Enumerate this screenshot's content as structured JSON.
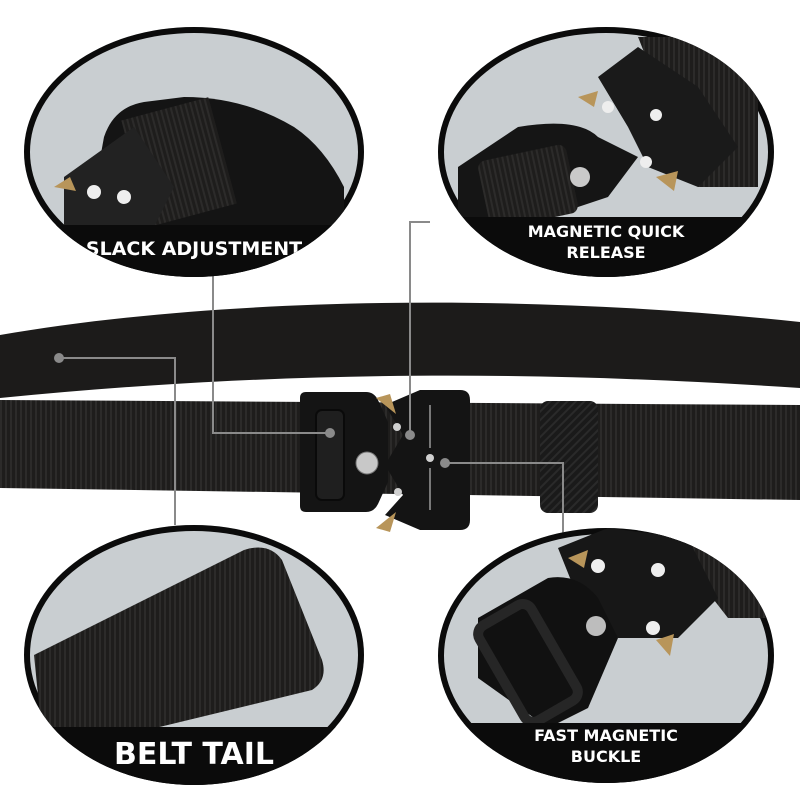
{
  "callouts": [
    {
      "id": "slack-adjustment",
      "label": "SLACK ADJUSTMENT"
    },
    {
      "id": "magnetic-quick-release",
      "label_line1": "MAGNETIC QUICK",
      "label_line2": "RELEASE"
    },
    {
      "id": "belt-tail",
      "label": "BELT TAIL"
    },
    {
      "id": "fast-magnetic-buckle",
      "label_line1": "FAST MAGNETIC",
      "label_line2": "BUCKLE"
    }
  ],
  "colors": {
    "belt": "#1c1b1a",
    "buckle": "#141414",
    "accent_gold": "#b8955a",
    "backdrop": "#c9ced1",
    "connector": "#8a8a8a",
    "label_bg": "#0b0b0b",
    "label_text": "#ffffff"
  }
}
